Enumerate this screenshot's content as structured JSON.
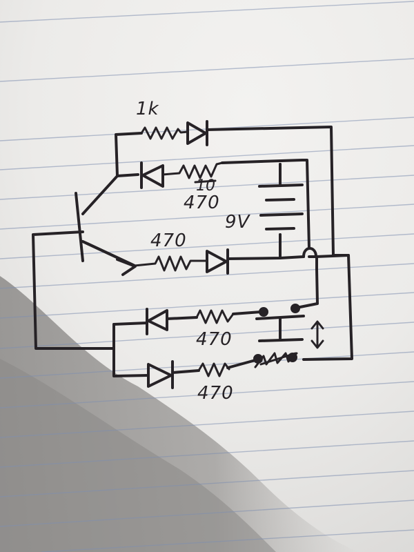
{
  "labels": {
    "r_top": "1k",
    "r_upper_struck": "10",
    "r_upper": "470",
    "battery": "9V",
    "r_middle": "470",
    "r_lower": "470",
    "r_bottom": "470"
  },
  "colors": {
    "paper_light": "#f1f0ee",
    "paper_shadow": "#a6a4a2",
    "ink": "#262226",
    "rule_line": "#7f8fb0"
  }
}
